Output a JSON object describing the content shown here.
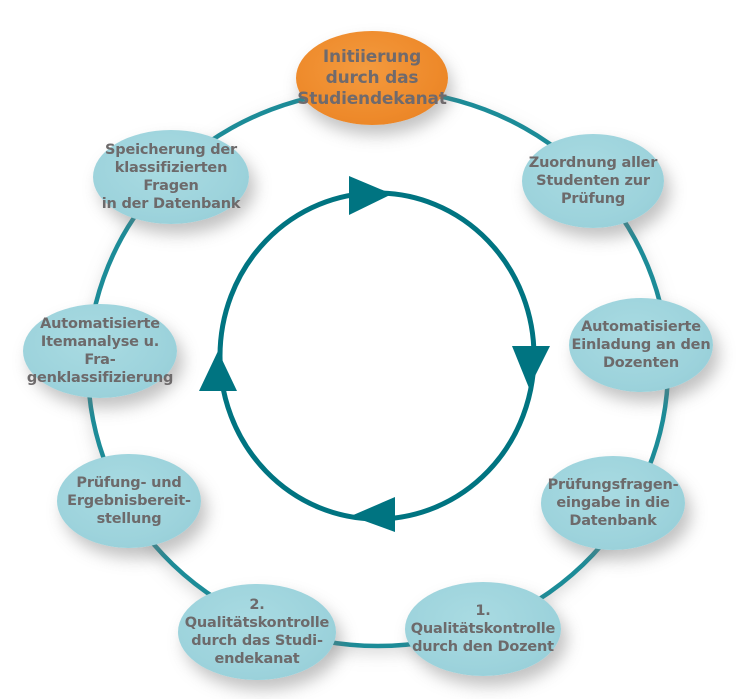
{
  "diagram": {
    "type": "cycle",
    "direction": "clockwise",
    "colors": {
      "start_node": "#ee8a2b",
      "step_node": "#9dd3dc",
      "outer_ring": "#1e8c98",
      "inner_cycle": "#007481",
      "text": "#6d6a6b"
    },
    "nodes": [
      {
        "id": "start",
        "label": "Initiierung\ndurch das\nStudiendekanat",
        "kind": "start"
      },
      {
        "id": "zuordnung",
        "label": "Zuordnung aller\nStudenten zur\nPrüfung",
        "kind": "step"
      },
      {
        "id": "einladung",
        "label": "Automatisierte\nEinladung an den\nDozenten",
        "kind": "step"
      },
      {
        "id": "eingabe",
        "label": "Prüfungsfragen-\neingabe in die\nDatenbank",
        "kind": "step"
      },
      {
        "id": "qk1",
        "label": "1. Qualitätskontrolle\ndurch den Dozent",
        "kind": "step"
      },
      {
        "id": "qk2",
        "label": "2. Qualitätskontrolle\ndurch das Studi-\nendekanat",
        "kind": "step"
      },
      {
        "id": "bereitstellung",
        "label": "Prüfung- und\nErgebnisbereit-\nstellung",
        "kind": "step"
      },
      {
        "id": "itemanalyse",
        "label": "Automatisierte\nItemanalyse u. Fra-\ngenklassifizierung",
        "kind": "step"
      },
      {
        "id": "speicherung",
        "label": "Speicherung der\nklassifizierten Fragen\nin der Datenbank",
        "kind": "step"
      }
    ],
    "inner_cycle_arrows": [
      "right",
      "down",
      "left",
      "up"
    ]
  }
}
